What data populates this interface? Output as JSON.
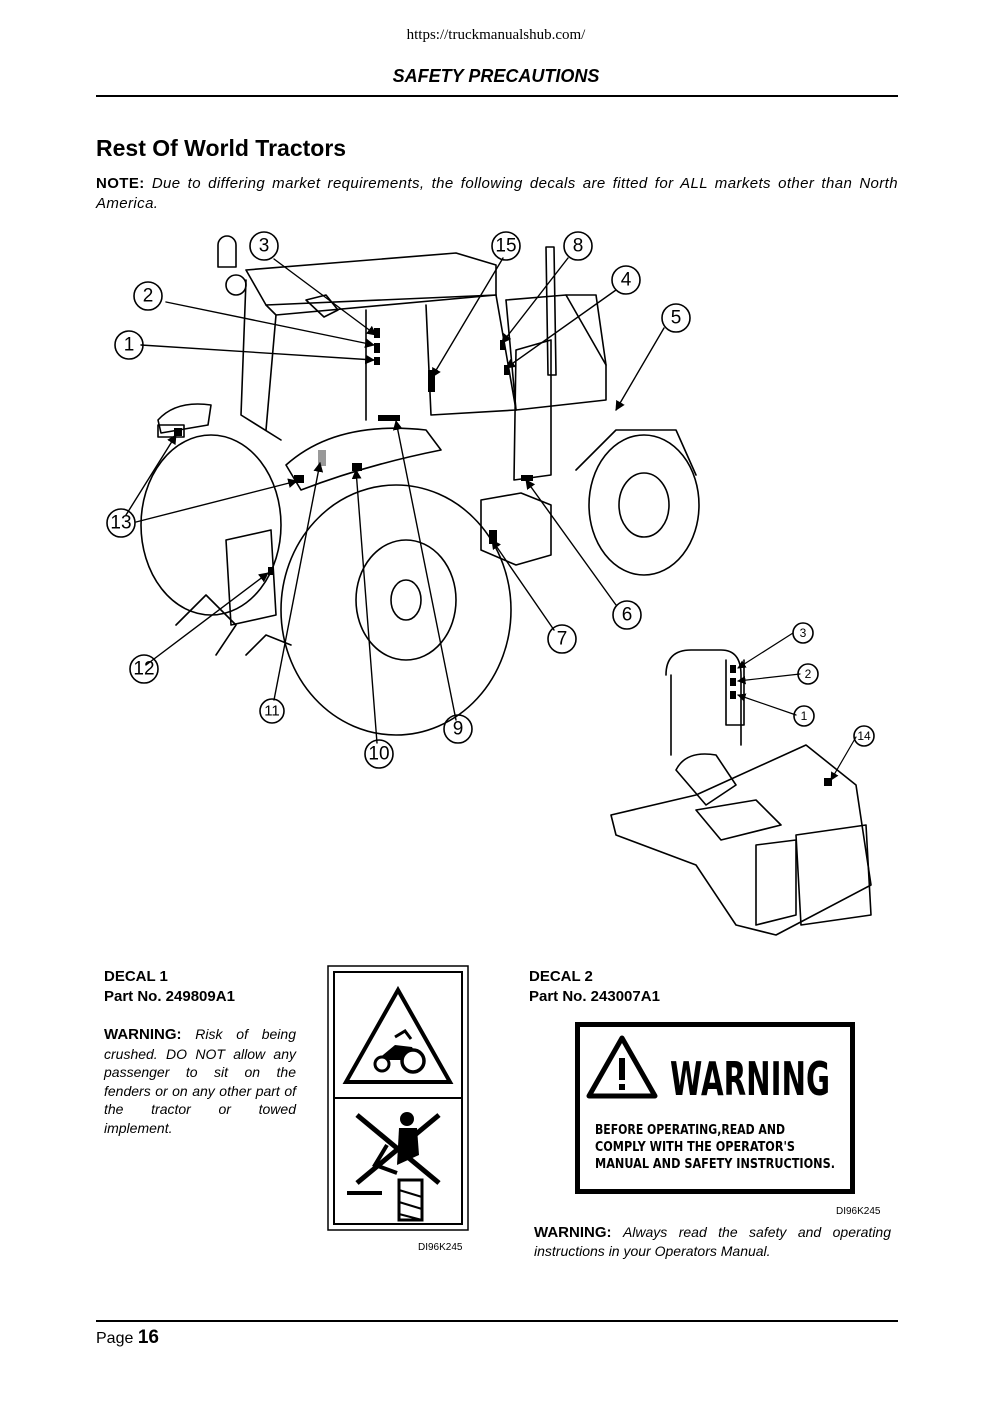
{
  "header": {
    "url": "https://truckmanualshub.com/",
    "section": "SAFETY PRECAUTIONS"
  },
  "heading": "Rest Of World Tractors",
  "note": {
    "label": "NOTE:",
    "text": "Due to differing market requirements, the following decals are fitted for ALL markets other than North America."
  },
  "diagram": {
    "callouts": [
      "1",
      "2",
      "3",
      "4",
      "5",
      "6",
      "7",
      "8",
      "9",
      "10",
      "11",
      "12",
      "13",
      "15"
    ],
    "inset_callouts": [
      "3",
      "2",
      "1",
      "14"
    ]
  },
  "decal1": {
    "title": "DECAL 1",
    "part": "Part No. 249809A1",
    "warning_label": "WARNING:",
    "warning_text": "Risk of being crushed. DO NOT allow any passenger to sit on the fenders or on any other part of the tractor or towed implement.",
    "ref": "DI96K245",
    "icons": [
      "tractor-rollover-icon",
      "no-passenger-icon"
    ]
  },
  "decal2": {
    "title": "DECAL 2",
    "part": "Part No. 243007A1",
    "sign_word": "WARNING",
    "sign_lines": [
      "BEFORE OPERATING,READ AND",
      "COMPLY WITH THE OPERATOR'S",
      "MANUAL AND SAFETY INSTRUCTIONS."
    ],
    "ref": "DI96K245",
    "warning_label": "WARNING:",
    "warning_text": "Always read the safety and operating instructions in your Operators Manual."
  },
  "footer": {
    "page_label": "Page",
    "page_number": "16"
  }
}
